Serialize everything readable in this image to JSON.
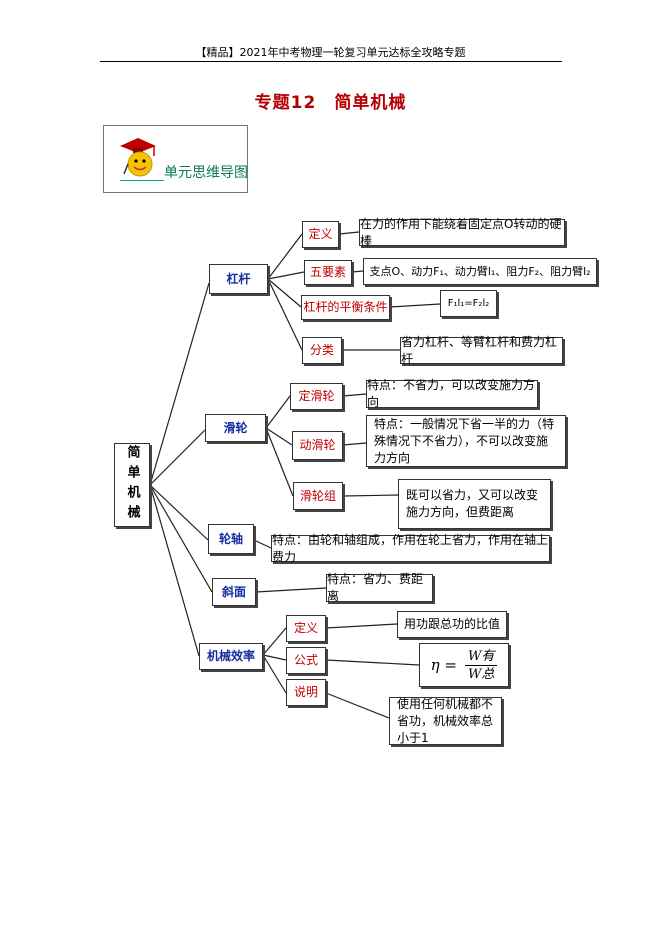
{
  "header": "【精品】2021年中考物理一轮复习单元达标全攻略专题",
  "title": "专题12　简单机械",
  "banner": {
    "label": "单元思维导图",
    "icon": "smiley-graduate-icon"
  },
  "root": "简单机械",
  "branches": {
    "lever": {
      "label": "杠杆",
      "definition": {
        "label": "定义",
        "text": "在力的作用下能绕着固定点O转动的硬棒"
      },
      "elements": {
        "label": "五要素",
        "text": "支点O、动力F₁、动力臂l₁、阻力F₂、阻力臂l₂"
      },
      "balance": {
        "label": "杠杆的平衡条件",
        "text": "F₁l₁=F₂l₂"
      },
      "types": {
        "label": "分类",
        "text": "省力杠杆、等臂杠杆和费力杠杆"
      }
    },
    "pulley": {
      "label": "滑轮",
      "fixed": {
        "label": "定滑轮",
        "text": "特点：不省力，可以改变施力方向"
      },
      "movable": {
        "label": "动滑轮",
        "text": "特点：一般情况下省一半的力（特殊情况下不省力），不可以改变施力方向"
      },
      "block": {
        "label": "滑轮组",
        "text": "既可以省力，又可以改变施力方向，但费距离"
      }
    },
    "wheel_axle": {
      "label": "轮轴",
      "text": "特点：由轮和轴组成，作用在轮上省力，作用在轴上费力"
    },
    "incline": {
      "label": "斜面",
      "text": "特点：省力、费距离"
    },
    "efficiency": {
      "label": "机械效率",
      "definition": {
        "label": "定义",
        "text": "用功跟总功的比值"
      },
      "formula": {
        "label": "公式",
        "eta": "η =",
        "numerator": "W有",
        "denominator": "W总"
      },
      "note": {
        "label": "说明",
        "text": "使用任何机械都不省功，机械效率总小于1"
      }
    }
  }
}
